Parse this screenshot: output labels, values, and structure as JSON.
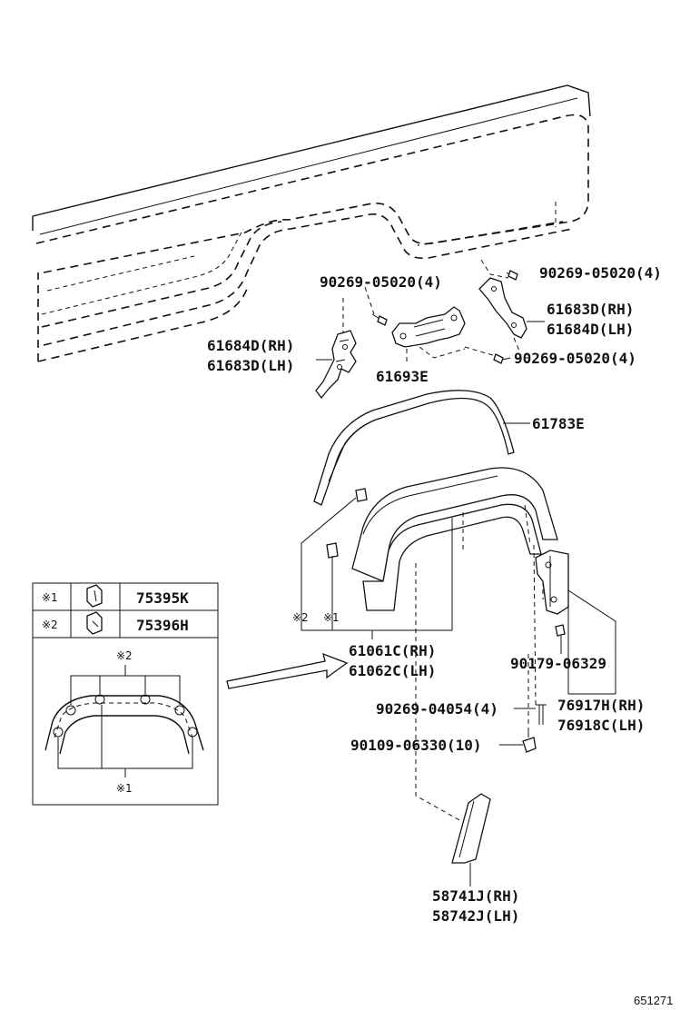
{
  "labels": {
    "bolt_top_right": "90269-05020(4)",
    "bracket_rh_top": "61683D(RH)",
    "bracket_lh_top": "61684D(LH)",
    "bolt_top_left": "90269-05020(4)",
    "bracket_left_rh": "61684D(RH)",
    "bracket_left_lh": "61683D(LH)",
    "bracket_center": "61693E",
    "bolt_mid_right": "90269-05020(4)",
    "moulding": "61783E",
    "flare_rh": "61061C(RH)",
    "flare_lh": "61062C(LH)",
    "nut": "90179-06329",
    "clip": "90269-04054(4)",
    "screw": "90109-06330(10)",
    "bracket_rear_rh": "76917H(RH)",
    "bracket_rear_lh": "76918C(LH)",
    "mudguard_rh": "58741J(RH)",
    "mudguard_lh": "58742J(LH)",
    "mark1": "※1",
    "mark2": "※2",
    "diagram_code": "651271"
  },
  "legend": {
    "rows": [
      {
        "mark": "※1",
        "part": "75395K"
      },
      {
        "mark": "※2",
        "part": "75396H"
      }
    ],
    "mark_top": "※2",
    "mark_bottom": "※1"
  }
}
